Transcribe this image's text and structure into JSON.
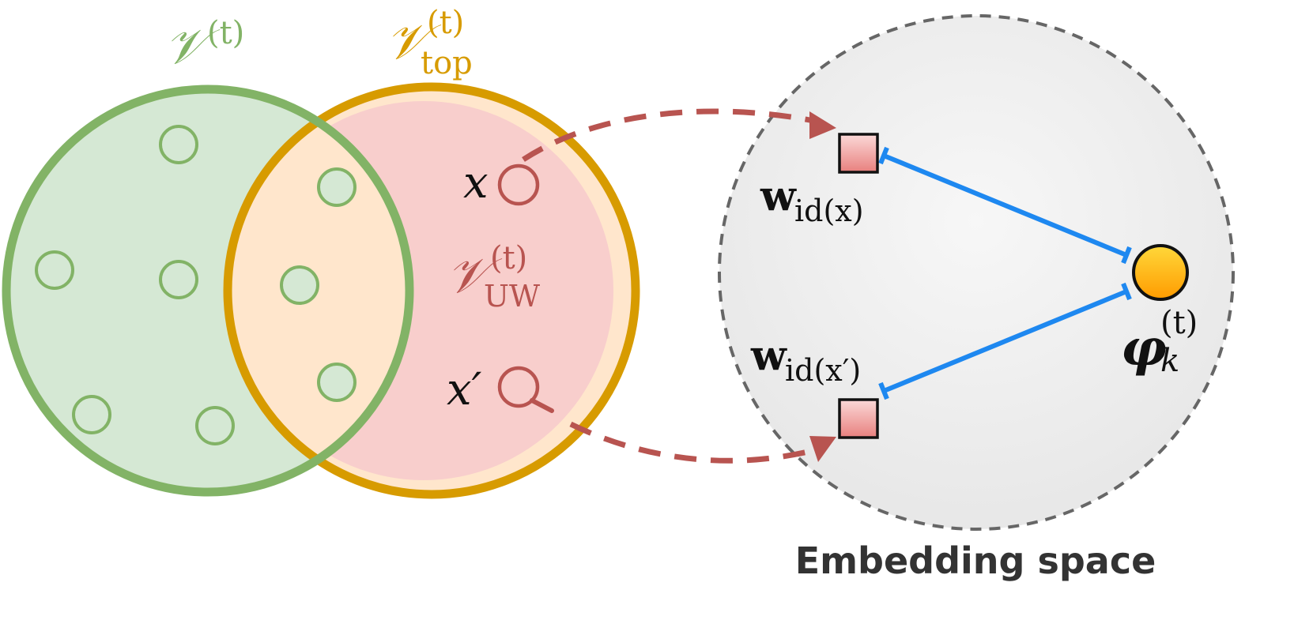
{
  "colors": {
    "green": "#82b366",
    "green_fill": "#d5e8d4",
    "orange": "#d79b00",
    "overlap_fill": "#ffe6cc",
    "red": "#b85450",
    "red_fill": "#f8cecc",
    "blue": "#1e88f0",
    "embedding_border": "#666666",
    "caption": "#333333"
  },
  "sets": {
    "v_t": {
      "symbol": "𝒱",
      "sup": "(t)"
    },
    "v_top": {
      "symbol": "𝒱",
      "sup": "(t)",
      "sub": "top"
    },
    "v_uw": {
      "symbol": "𝒱",
      "sup": "(t)",
      "sub": "UW"
    }
  },
  "points": {
    "x": {
      "symbol": "x"
    },
    "x_prime": {
      "symbol": "x′"
    }
  },
  "embedding": {
    "w_x": {
      "symbol": "w",
      "sub": "id(x)"
    },
    "w_x_prime": {
      "symbol": "w",
      "sub": "id(x′)"
    },
    "phi": {
      "symbol": "φ",
      "sub": "k",
      "sup": "(t)"
    },
    "caption": "Embedding space"
  }
}
